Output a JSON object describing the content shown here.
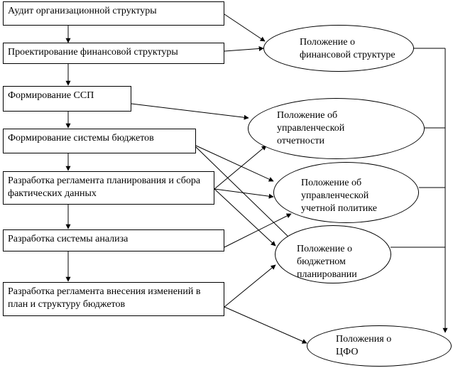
{
  "steps": [
    {
      "id": "s1",
      "label": "Аудит организационной структуры"
    },
    {
      "id": "s2",
      "label": "Проектирование финансовой структуры"
    },
    {
      "id": "s3",
      "label": "Формирование ССП"
    },
    {
      "id": "s4",
      "label": "Формирование системы бюджетов"
    },
    {
      "id": "s5",
      "label": "Разработка регламента планирования и сбора фактических данных"
    },
    {
      "id": "s6",
      "label": "Разработка системы анализа"
    },
    {
      "id": "s7",
      "label": "Разработка регламента внесения изменений в план и структуру бюджетов"
    }
  ],
  "documents": [
    {
      "id": "d1",
      "label": "Положение о финансовой структуре"
    },
    {
      "id": "d2",
      "label": "Положение об управленческой отчетности"
    },
    {
      "id": "d3",
      "label": "Положение об управленческой учетной политике"
    },
    {
      "id": "d4",
      "label": "Положение о бюджетном планировании"
    },
    {
      "id": "d5",
      "label": "Положения о ЦФО"
    }
  ],
  "colors": {
    "line": "#000000",
    "fill": "#ffffff"
  }
}
